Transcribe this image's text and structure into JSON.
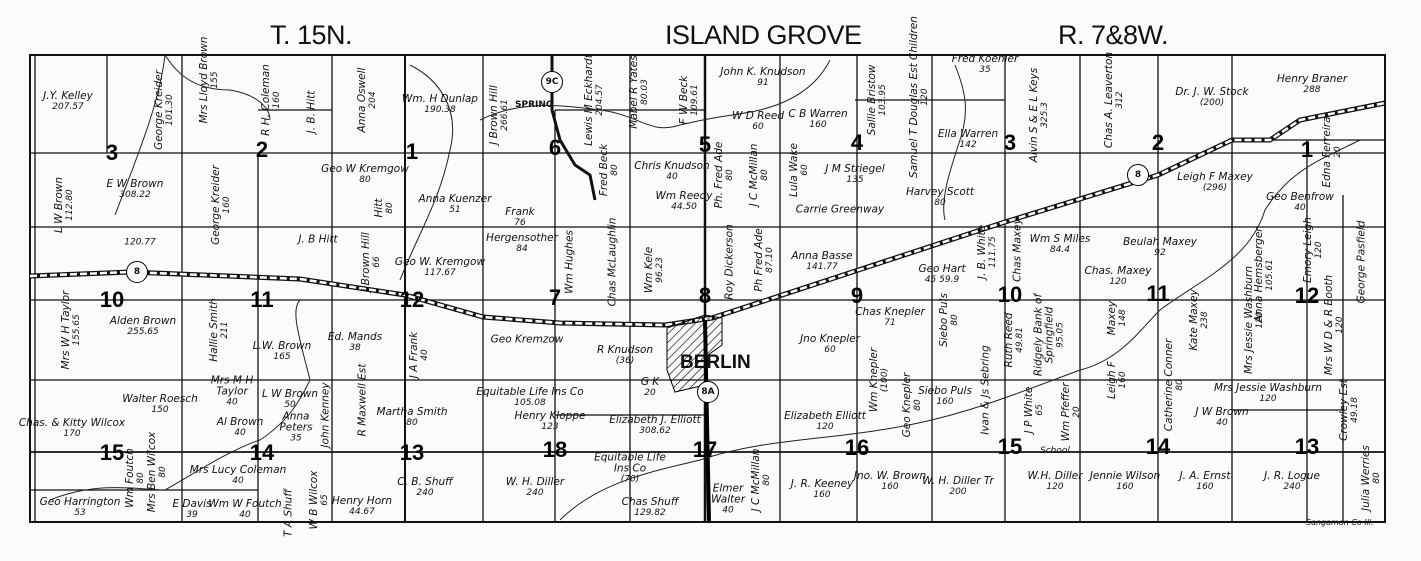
{
  "header": {
    "township": "T. 15N.",
    "title": "ISLAND GROVE",
    "range": "R. 7&8W."
  },
  "town": "BERLIN",
  "creek_label": "SPRING",
  "route_markers": [
    "8",
    "8",
    "9C",
    "8A"
  ],
  "school_label": "School",
  "footer": "Sangamon Co Ill.",
  "sections": [
    "3",
    "2",
    "1",
    "6",
    "5",
    "4",
    "3",
    "2",
    "1",
    "10",
    "11",
    "12",
    "7",
    "8",
    "9",
    "10",
    "11",
    "12",
    "15",
    "14",
    "13",
    "18",
    "17",
    "16",
    "15",
    "14",
    "13"
  ],
  "owners": [
    {
      "name": "J.Y. Kelley",
      "acres": "207.57"
    },
    {
      "name": "George Kreider",
      "acres": "101.30"
    },
    {
      "name": "Mrs Lloyd Brown",
      "acres": "155"
    },
    {
      "name": "R H. Coleman",
      "acres": "160"
    },
    {
      "name": "J. B. Hitt",
      "acres": ""
    },
    {
      "name": "Anna Oswell",
      "acres": "204"
    },
    {
      "name": "Geo W Kremgow",
      "acres": "80"
    },
    {
      "name": "E W Brown",
      "acres": "308.22"
    },
    {
      "name": "L W Brown",
      "acres": "112.80"
    },
    {
      "name": "George Kreider",
      "acres": "160"
    },
    {
      "name": "",
      "acres": "120.77"
    },
    {
      "name": "J. B Hitt",
      "acres": ""
    },
    {
      "name": "Hitt",
      "acres": "80"
    },
    {
      "name": "J Brown Hill",
      "acres": "66"
    },
    {
      "name": "Geo W. Kremgow",
      "acres": "117.67"
    },
    {
      "name": "Wm. H Dunlap",
      "acres": "190.38"
    },
    {
      "name": "Anna Kuenzer",
      "acres": "51"
    },
    {
      "name": "J Brown Hill",
      "acres": "266.61"
    },
    {
      "name": "Lewis M Eckhardt",
      "acres": "204.57"
    },
    {
      "name": "Mabel R Yates",
      "acres": "80.03"
    },
    {
      "name": "F W Beck",
      "acres": "109.61"
    },
    {
      "name": "John K. Knudson",
      "acres": "91"
    },
    {
      "name": "W D Reed",
      "acres": "60"
    },
    {
      "name": "C B Warren",
      "acres": "160"
    },
    {
      "name": "Sallie Bristow",
      "acres": "103.95"
    },
    {
      "name": "Samuel T Douglas Est Children",
      "acres": "120"
    },
    {
      "name": "Fred Beck",
      "acres": "80"
    },
    {
      "name": "Chris Knudson",
      "acres": "40"
    },
    {
      "name": "Wm Reedy",
      "acres": "44.50"
    },
    {
      "name": "Ph. Fred Ade",
      "acres": "80"
    },
    {
      "name": "J C McMillan",
      "acres": "80"
    },
    {
      "name": "Lula Wake",
      "acres": "60"
    },
    {
      "name": "J M Striegel",
      "acres": "135"
    },
    {
      "name": "Carrie Greenway",
      "acres": ""
    },
    {
      "name": "Frank",
      "acres": "76"
    },
    {
      "name": "Hergensother",
      "acres": "84"
    },
    {
      "name": "Wm Hughes",
      "acres": ""
    },
    {
      "name": "Chas McLaughlin",
      "acres": ""
    },
    {
      "name": "Wm Kele",
      "acres": "96.23"
    },
    {
      "name": "Roy Dickerson",
      "acres": ""
    },
    {
      "name": "Ph Fred Ade",
      "acres": "87.10"
    },
    {
      "name": "Anna Basse",
      "acres": "141.77"
    },
    {
      "name": "Harvey Scott",
      "acres": "80"
    },
    {
      "name": "Geo Hart",
      "acres": "45 59.9"
    },
    {
      "name": "Fred Koehler",
      "acres": "35"
    },
    {
      "name": "Ella Warren",
      "acres": "142"
    },
    {
      "name": "Alvin S & E L Keys",
      "acres": "325.3"
    },
    {
      "name": "Chas A. Leaverton",
      "acres": "312"
    },
    {
      "name": "Dr. J. W. Stock",
      "acres": "(200)"
    },
    {
      "name": "Henry Braner",
      "acres": "288"
    },
    {
      "name": "Leigh F Maxey",
      "acres": "(296)"
    },
    {
      "name": "Beulah Maxey",
      "acres": "92"
    },
    {
      "name": "Wm S Miles",
      "acres": "84.4"
    },
    {
      "name": "Chas. Maxey",
      "acres": "120"
    },
    {
      "name": "Anna Hemsberger",
      "acres": "105.61"
    },
    {
      "name": "Emory Leigh",
      "acres": "120"
    },
    {
      "name": "George Pasfield",
      "acres": ""
    },
    {
      "name": "Geo Benfrow",
      "acres": "40"
    },
    {
      "name": "Edna Ferreira",
      "acres": "20"
    },
    {
      "name": "J. B. White",
      "acres": "111.75"
    },
    {
      "name": "Chas Maxey",
      "acres": ""
    },
    {
      "name": "Mrs W H Taylor",
      "acres": "155.65"
    },
    {
      "name": "Alden Brown",
      "acres": "255.65"
    },
    {
      "name": "Hallie Smith",
      "acres": "211"
    },
    {
      "name": "L.W. Brown",
      "acres": "165"
    },
    {
      "name": "Ed. Mands",
      "acres": "38"
    },
    {
      "name": "Walter Roesch",
      "acres": "150"
    },
    {
      "name": "Mrs M H Taylor",
      "acres": "40"
    },
    {
      "name": "L W Brown",
      "acres": "50"
    },
    {
      "name": "Chas. & Kitty Wilcox",
      "acres": "170"
    },
    {
      "name": "Al Brown",
      "acres": "40"
    },
    {
      "name": "Anna Peters",
      "acres": "35"
    },
    {
      "name": "John Kenney",
      "acres": ""
    },
    {
      "name": "Martha Smith",
      "acres": "80"
    },
    {
      "name": "Mrs Lucy Coleman",
      "acres": "40"
    },
    {
      "name": "Wm Foutch",
      "acres": "80"
    },
    {
      "name": "Mrs Ben Wilcox",
      "acres": "80"
    },
    {
      "name": "C. B. Shuff",
      "acres": "240"
    },
    {
      "name": "Geo Harrington",
      "acres": "53"
    },
    {
      "name": "E Davis",
      "acres": "39"
    },
    {
      "name": "Wm W Foutch",
      "acres": "40"
    },
    {
      "name": "T A Shuff",
      "acres": ""
    },
    {
      "name": "W B Wilcox",
      "acres": "65"
    },
    {
      "name": "Henry Horn",
      "acres": "44.67"
    },
    {
      "name": "R Maxwell Est",
      "acres": ""
    },
    {
      "name": "J A Frank",
      "acres": "40"
    },
    {
      "name": "Geo Kremzow",
      "acres": ""
    },
    {
      "name": "R Knudson",
      "acres": "(36)"
    },
    {
      "name": "Equitable Life Ins Co",
      "acres": "105.08"
    },
    {
      "name": "Henry Kloppe",
      "acres": "123"
    },
    {
      "name": "Elizabeth J. Elliott",
      "acres": "308.62"
    },
    {
      "name": "Equitable Life Ins Co",
      "acres": "(70)"
    },
    {
      "name": "W. H. Diller",
      "acres": "240"
    },
    {
      "name": "Chas Shuff",
      "acres": "129.82"
    },
    {
      "name": "Elmer Walter",
      "acres": "40"
    },
    {
      "name": "J C McMillan",
      "acres": "80"
    },
    {
      "name": "J. R. Keeney",
      "acres": "160"
    },
    {
      "name": "Jno. W. Brown",
      "acres": "160"
    },
    {
      "name": "Jno Knepler",
      "acres": "60"
    },
    {
      "name": "Chas Knepler",
      "acres": "71"
    },
    {
      "name": "Elizabeth Elliott",
      "acres": "120"
    },
    {
      "name": "Wm Knepler",
      "acres": "(100)"
    },
    {
      "name": "Geo Knepler",
      "acres": "80"
    },
    {
      "name": "G K",
      "acres": "20"
    },
    {
      "name": "Siebo Puls",
      "acres": "80"
    },
    {
      "name": "Siebo Puls",
      "acres": "160"
    },
    {
      "name": "Ruth Reed",
      "acres": "49.81"
    },
    {
      "name": "Ridgely Bank of Springfield",
      "acres": "95.05"
    },
    {
      "name": "Leigh F",
      "acres": "160"
    },
    {
      "name": "Maxey",
      "acres": "148"
    },
    {
      "name": "Kate Maxey",
      "acres": "238"
    },
    {
      "name": "Mrs Jessie Washburn",
      "acres": "120"
    },
    {
      "name": "Mrs Jessie Washburn",
      "acres": "120"
    },
    {
      "name": "J W Brown",
      "acres": "40"
    },
    {
      "name": "Catherine Conner",
      "acres": "80"
    },
    {
      "name": "J P White",
      "acres": "65"
    },
    {
      "name": "Wm Pfeffer",
      "acres": "20"
    },
    {
      "name": "Ivan & Js Sebring",
      "acres": ""
    },
    {
      "name": "Mrs W D & R Booth",
      "acres": "120"
    },
    {
      "name": "Crowley Est",
      "acres": "49.18"
    },
    {
      "name": "Julia Werries",
      "acres": "80"
    },
    {
      "name": "W. H. Diller Tr",
      "acres": "200"
    },
    {
      "name": "W.H. Diller",
      "acres": "120"
    },
    {
      "name": "Jennie Wilson",
      "acres": "160"
    },
    {
      "name": "J. A. Ernst",
      "acres": "160"
    },
    {
      "name": "J. R. Logue",
      "acres": "240"
    }
  ]
}
